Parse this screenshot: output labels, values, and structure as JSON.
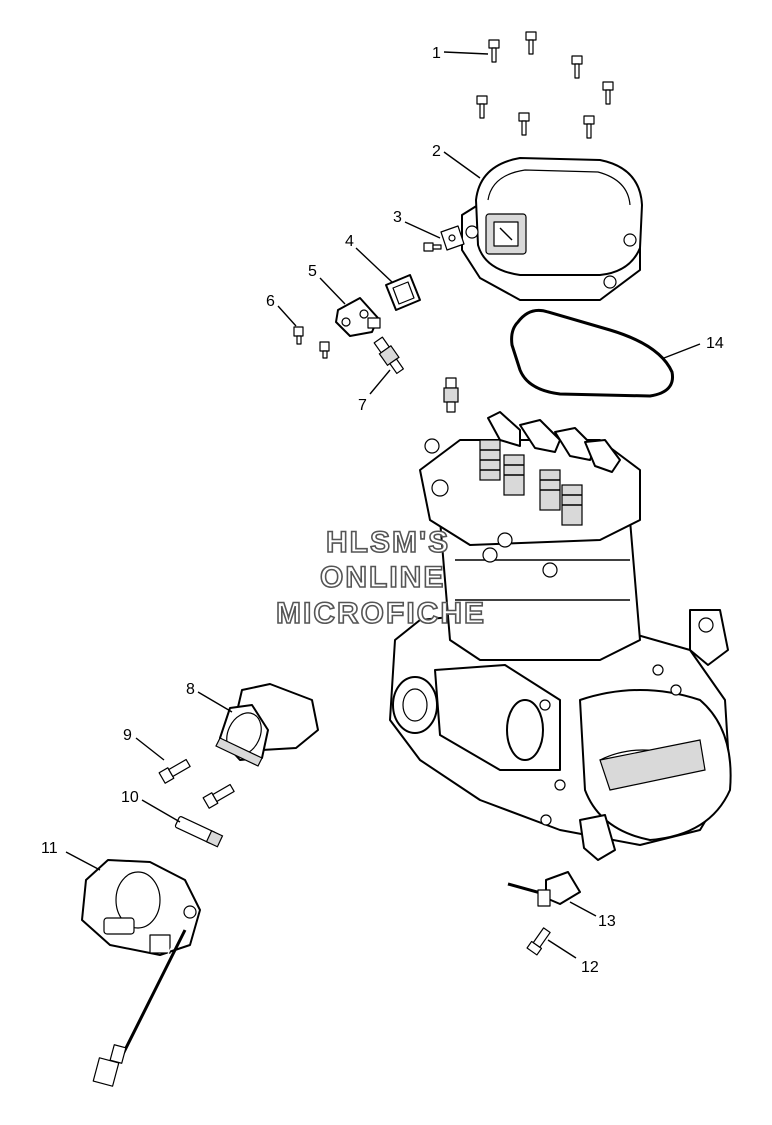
{
  "watermark": {
    "lines": [
      "HLSM'S",
      "ONLINE",
      "MICROFICHE"
    ]
  },
  "callouts": [
    {
      "id": "c1",
      "label": "1"
    },
    {
      "id": "c2",
      "label": "2"
    },
    {
      "id": "c3",
      "label": "3"
    },
    {
      "id": "c4",
      "label": "4"
    },
    {
      "id": "c5",
      "label": "5"
    },
    {
      "id": "c6",
      "label": "6"
    },
    {
      "id": "c7",
      "label": "7"
    },
    {
      "id": "c8",
      "label": "8"
    },
    {
      "id": "c9",
      "label": "9"
    },
    {
      "id": "c10",
      "label": "10"
    },
    {
      "id": "c11",
      "label": "11"
    },
    {
      "id": "c12",
      "label": "12"
    },
    {
      "id": "c13",
      "label": "13"
    },
    {
      "id": "c14",
      "label": "14"
    }
  ]
}
